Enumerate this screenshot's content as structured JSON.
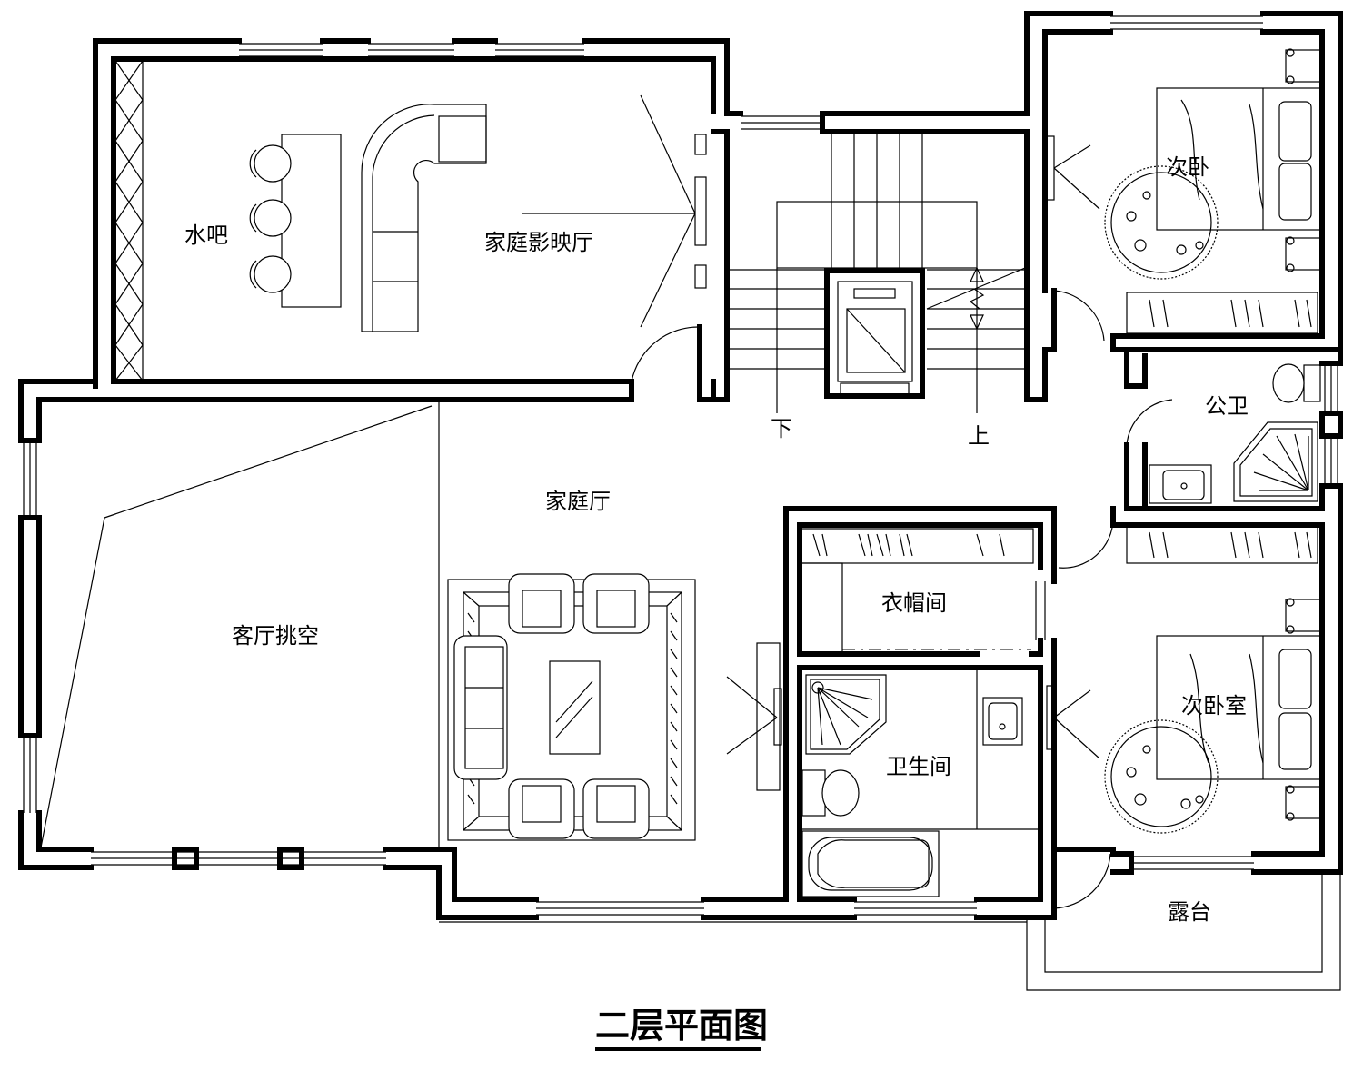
{
  "plan": {
    "title": "二层平面图",
    "rooms": {
      "water_bar": "水吧",
      "home_theater": "家庭影映厅",
      "family_hall": "家庭厅",
      "living_void": "客厅挑空",
      "second_bedroom_top": "次卧",
      "public_bath": "公卫",
      "cloakroom": "衣帽间",
      "bathroom": "卫生间",
      "second_bedroom_bottom": "次卧室",
      "terrace": "露台"
    },
    "stairs": {
      "down": "下",
      "up": "上"
    }
  }
}
